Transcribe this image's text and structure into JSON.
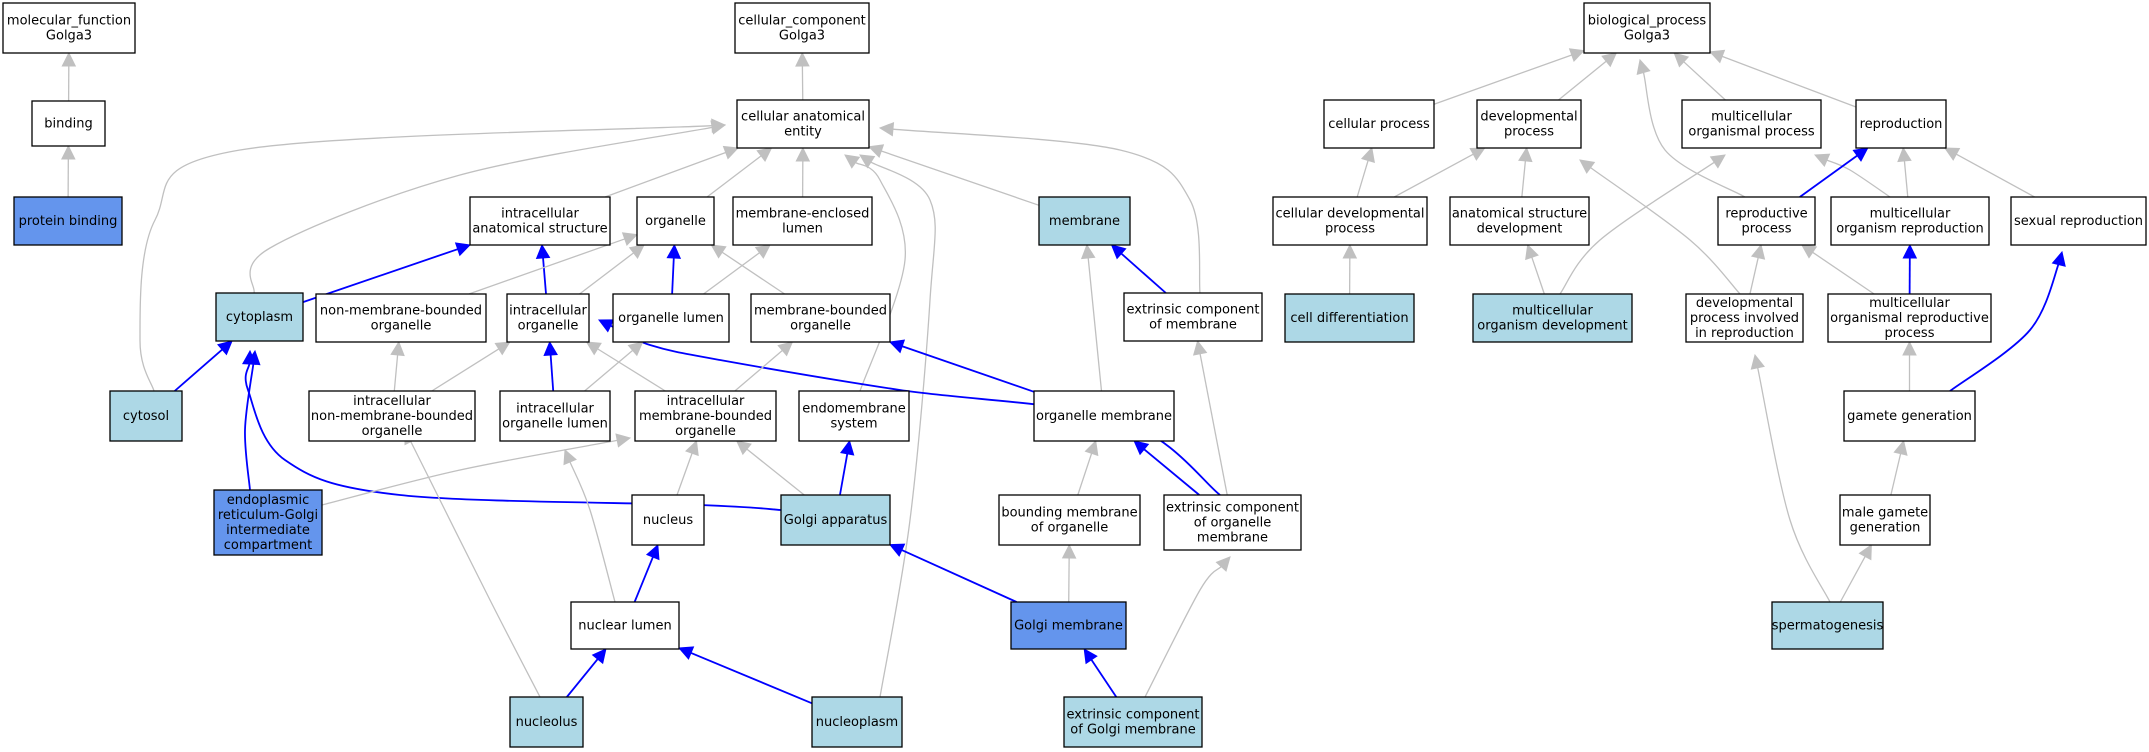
{
  "colors": {
    "plain_fill": "#ffffff",
    "light_fill": "#add8e6",
    "dark_fill": "#6495ed",
    "blue_edge": "#0000ff",
    "gray_edge": "#c0c0c0",
    "border": "#000000"
  },
  "nodes": [
    {
      "id": "mf_golga3",
      "lines": [
        "molecular_function",
        "Golga3"
      ],
      "fill": "plain"
    },
    {
      "id": "binding",
      "lines": [
        "binding"
      ],
      "fill": "plain"
    },
    {
      "id": "protein_binding",
      "lines": [
        "protein binding"
      ],
      "fill": "dark"
    },
    {
      "id": "cc_golga3",
      "lines": [
        "cellular_component",
        "Golga3"
      ],
      "fill": "plain"
    },
    {
      "id": "cae",
      "lines": [
        "cellular anatomical",
        "entity"
      ],
      "fill": "plain"
    },
    {
      "id": "ias",
      "lines": [
        "intracellular",
        "anatomical structure"
      ],
      "fill": "plain"
    },
    {
      "id": "organelle",
      "lines": [
        "organelle"
      ],
      "fill": "plain"
    },
    {
      "id": "mel",
      "lines": [
        "membrane-enclosed",
        "lumen"
      ],
      "fill": "plain"
    },
    {
      "id": "membrane",
      "lines": [
        "membrane"
      ],
      "fill": "light"
    },
    {
      "id": "cytoplasm",
      "lines": [
        "cytoplasm"
      ],
      "fill": "light"
    },
    {
      "id": "nmbo",
      "lines": [
        "non-membrane-bounded",
        "organelle"
      ],
      "fill": "plain"
    },
    {
      "id": "io",
      "lines": [
        "intracellular",
        "organelle"
      ],
      "fill": "plain"
    },
    {
      "id": "ol",
      "lines": [
        "organelle lumen"
      ],
      "fill": "plain"
    },
    {
      "id": "mbo",
      "lines": [
        "membrane-bounded",
        "organelle"
      ],
      "fill": "plain"
    },
    {
      "id": "ecm",
      "lines": [
        "extrinsic component",
        "of membrane"
      ],
      "fill": "plain"
    },
    {
      "id": "cytosol",
      "lines": [
        "cytosol"
      ],
      "fill": "light"
    },
    {
      "id": "inmbo",
      "lines": [
        "intracellular",
        "non-membrane-bounded",
        "organelle"
      ],
      "fill": "plain"
    },
    {
      "id": "iol",
      "lines": [
        "intracellular",
        "organelle lumen"
      ],
      "fill": "plain"
    },
    {
      "id": "imbo",
      "lines": [
        "intracellular",
        "membrane-bounded",
        "organelle"
      ],
      "fill": "plain"
    },
    {
      "id": "es",
      "lines": [
        "endomembrane",
        "system"
      ],
      "fill": "plain"
    },
    {
      "id": "om",
      "lines": [
        "organelle membrane"
      ],
      "fill": "plain"
    },
    {
      "id": "ergic",
      "lines": [
        "endoplasmic",
        "reticulum-Golgi",
        "intermediate",
        "compartment"
      ],
      "fill": "dark"
    },
    {
      "id": "nucleus",
      "lines": [
        "nucleus"
      ],
      "fill": "plain"
    },
    {
      "id": "golgi",
      "lines": [
        "Golgi apparatus"
      ],
      "fill": "light"
    },
    {
      "id": "bmo",
      "lines": [
        "bounding membrane",
        "of organelle"
      ],
      "fill": "plain"
    },
    {
      "id": "ecom",
      "lines": [
        "extrinsic component",
        "of organelle",
        "membrane"
      ],
      "fill": "plain"
    },
    {
      "id": "nuclear_lumen",
      "lines": [
        "nuclear lumen"
      ],
      "fill": "plain"
    },
    {
      "id": "golgi_membrane",
      "lines": [
        "Golgi membrane"
      ],
      "fill": "dark"
    },
    {
      "id": "nucleolus",
      "lines": [
        "nucleolus"
      ],
      "fill": "light"
    },
    {
      "id": "nucleoplasm",
      "lines": [
        "nucleoplasm"
      ],
      "fill": "light"
    },
    {
      "id": "ecgm",
      "lines": [
        "extrinsic component",
        "of Golgi membrane"
      ],
      "fill": "light"
    },
    {
      "id": "bp_golga3",
      "lines": [
        "biological_process",
        "Golga3"
      ],
      "fill": "plain"
    },
    {
      "id": "cellular_process",
      "lines": [
        "cellular process"
      ],
      "fill": "plain"
    },
    {
      "id": "dev_process",
      "lines": [
        "developmental",
        "process"
      ],
      "fill": "plain"
    },
    {
      "id": "mop",
      "lines": [
        "multicellular",
        "organismal process"
      ],
      "fill": "plain"
    },
    {
      "id": "reproduction",
      "lines": [
        "reproduction"
      ],
      "fill": "plain"
    },
    {
      "id": "cdp",
      "lines": [
        "cellular developmental",
        "process"
      ],
      "fill": "plain"
    },
    {
      "id": "asd",
      "lines": [
        "anatomical structure",
        "development"
      ],
      "fill": "plain"
    },
    {
      "id": "rp",
      "lines": [
        "reproductive",
        "process"
      ],
      "fill": "plain"
    },
    {
      "id": "mor",
      "lines": [
        "multicellular",
        "organism reproduction"
      ],
      "fill": "plain"
    },
    {
      "id": "sexual_reproduction",
      "lines": [
        "sexual reproduction"
      ],
      "fill": "plain"
    },
    {
      "id": "cell_diff",
      "lines": [
        "cell differentiation"
      ],
      "fill": "light"
    },
    {
      "id": "mod",
      "lines": [
        "multicellular",
        "organism development"
      ],
      "fill": "light"
    },
    {
      "id": "dpir",
      "lines": [
        "developmental",
        "process involved",
        "in reproduction"
      ],
      "fill": "plain"
    },
    {
      "id": "morp",
      "lines": [
        "multicellular",
        "organismal reproductive",
        "process"
      ],
      "fill": "plain"
    },
    {
      "id": "gamete_generation",
      "lines": [
        "gamete generation"
      ],
      "fill": "plain"
    },
    {
      "id": "male_gamete",
      "lines": [
        "male gamete",
        "generation"
      ],
      "fill": "plain"
    },
    {
      "id": "spermatogenesis",
      "lines": [
        "spermatogenesis"
      ],
      "fill": "light"
    }
  ],
  "edges": [
    {
      "from": "binding",
      "to": "mf_golga3",
      "kind": "gray"
    },
    {
      "from": "protein_binding",
      "to": "binding",
      "kind": "gray"
    },
    {
      "from": "cae",
      "to": "cc_golga3",
      "kind": "gray"
    },
    {
      "from": "ias",
      "to": "cae",
      "kind": "gray"
    },
    {
      "from": "organelle",
      "to": "cae",
      "kind": "gray"
    },
    {
      "from": "mel",
      "to": "cae",
      "kind": "gray"
    },
    {
      "from": "membrane",
      "to": "cae",
      "kind": "gray"
    },
    {
      "from": "cytoplasm",
      "to": "cae",
      "kind": "gray"
    },
    {
      "from": "cytosol",
      "to": "cae",
      "kind": "gray"
    },
    {
      "from": "ecm",
      "to": "cae",
      "kind": "gray"
    },
    {
      "from": "es",
      "to": "cae",
      "kind": "gray"
    },
    {
      "from": "nucleoplasm",
      "to": "cae",
      "kind": "gray"
    },
    {
      "from": "cytoplasm",
      "to": "ias",
      "kind": "blue"
    },
    {
      "from": "io",
      "to": "ias",
      "kind": "blue"
    },
    {
      "from": "nmbo",
      "to": "organelle",
      "kind": "gray"
    },
    {
      "from": "io",
      "to": "organelle",
      "kind": "gray"
    },
    {
      "from": "ol",
      "to": "organelle",
      "kind": "blue"
    },
    {
      "from": "mbo",
      "to": "organelle",
      "kind": "gray"
    },
    {
      "from": "ol",
      "to": "mel",
      "kind": "gray"
    },
    {
      "from": "ecm",
      "to": "membrane",
      "kind": "blue"
    },
    {
      "from": "om",
      "to": "membrane",
      "kind": "gray"
    },
    {
      "from": "cytosol",
      "to": "cytoplasm",
      "kind": "blue"
    },
    {
      "from": "ergic",
      "to": "cytoplasm",
      "kind": "blue"
    },
    {
      "from": "golgi",
      "to": "cytoplasm",
      "kind": "blue"
    },
    {
      "from": "inmbo",
      "to": "nmbo",
      "kind": "gray"
    },
    {
      "from": "inmbo",
      "to": "io",
      "kind": "gray"
    },
    {
      "from": "iol",
      "to": "io",
      "kind": "blue"
    },
    {
      "from": "imbo",
      "to": "io",
      "kind": "gray"
    },
    {
      "from": "ecom",
      "to": "io",
      "kind": "blue"
    },
    {
      "from": "iol",
      "to": "ol",
      "kind": "gray"
    },
    {
      "from": "imbo",
      "to": "mbo",
      "kind": "gray"
    },
    {
      "from": "om",
      "to": "mbo",
      "kind": "blue"
    },
    {
      "from": "ecom",
      "to": "ecm",
      "kind": "gray"
    },
    {
      "from": "nucleolus",
      "to": "inmbo",
      "kind": "gray"
    },
    {
      "from": "nuclear_lumen",
      "to": "iol",
      "kind": "gray"
    },
    {
      "from": "ergic",
      "to": "imbo",
      "kind": "gray"
    },
    {
      "from": "nucleus",
      "to": "imbo",
      "kind": "gray"
    },
    {
      "from": "golgi",
      "to": "imbo",
      "kind": "gray"
    },
    {
      "from": "golgi",
      "to": "es",
      "kind": "blue"
    },
    {
      "from": "bmo",
      "to": "om",
      "kind": "gray"
    },
    {
      "from": "ecom",
      "to": "om",
      "kind": "blue"
    },
    {
      "from": "nuclear_lumen",
      "to": "nucleus",
      "kind": "blue"
    },
    {
      "from": "golgi_membrane",
      "to": "golgi",
      "kind": "blue"
    },
    {
      "from": "golgi_membrane",
      "to": "bmo",
      "kind": "gray"
    },
    {
      "from": "ecgm",
      "to": "ecom",
      "kind": "gray"
    },
    {
      "from": "nucleolus",
      "to": "nuclear_lumen",
      "kind": "blue"
    },
    {
      "from": "nucleoplasm",
      "to": "nuclear_lumen",
      "kind": "blue"
    },
    {
      "from": "ecgm",
      "to": "golgi_membrane",
      "kind": "blue"
    },
    {
      "from": "cellular_process",
      "to": "bp_golga3",
      "kind": "gray"
    },
    {
      "from": "dev_process",
      "to": "bp_golga3",
      "kind": "gray"
    },
    {
      "from": "mop",
      "to": "bp_golga3",
      "kind": "gray"
    },
    {
      "from": "reproduction",
      "to": "bp_golga3",
      "kind": "gray"
    },
    {
      "from": "rp",
      "to": "bp_golga3",
      "kind": "gray"
    },
    {
      "from": "cdp",
      "to": "cellular_process",
      "kind": "gray"
    },
    {
      "from": "cdp",
      "to": "dev_process",
      "kind": "gray"
    },
    {
      "from": "asd",
      "to": "dev_process",
      "kind": "gray"
    },
    {
      "from": "dpir",
      "to": "dev_process",
      "kind": "gray"
    },
    {
      "from": "mod",
      "to": "mop",
      "kind": "gray"
    },
    {
      "from": "mor",
      "to": "mop",
      "kind": "gray"
    },
    {
      "from": "rp",
      "to": "reproduction",
      "kind": "blue"
    },
    {
      "from": "mor",
      "to": "reproduction",
      "kind": "gray"
    },
    {
      "from": "sexual_reproduction",
      "to": "reproduction",
      "kind": "gray"
    },
    {
      "from": "cell_diff",
      "to": "cdp",
      "kind": "gray"
    },
    {
      "from": "mod",
      "to": "asd",
      "kind": "gray"
    },
    {
      "from": "dpir",
      "to": "rp",
      "kind": "gray"
    },
    {
      "from": "morp",
      "to": "rp",
      "kind": "gray"
    },
    {
      "from": "morp",
      "to": "mor",
      "kind": "blue"
    },
    {
      "from": "gamete_generation",
      "to": "sexual_reproduction",
      "kind": "blue"
    },
    {
      "from": "spermatogenesis",
      "to": "dpir",
      "kind": "gray"
    },
    {
      "from": "gamete_generation",
      "to": "morp",
      "kind": "gray"
    },
    {
      "from": "male_gamete",
      "to": "gamete_generation",
      "kind": "gray"
    },
    {
      "from": "spermatogenesis",
      "to": "male_gamete",
      "kind": "gray"
    }
  ]
}
